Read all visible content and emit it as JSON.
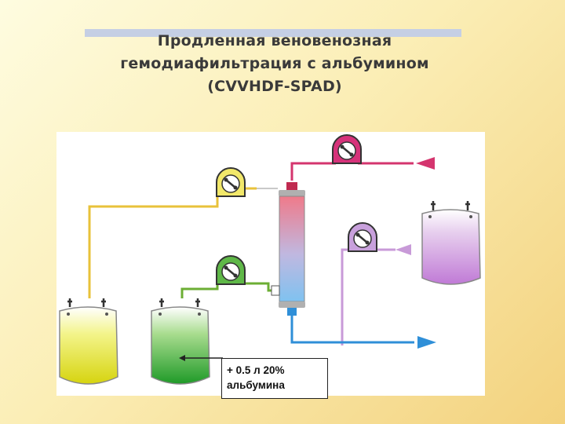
{
  "title": {
    "line1": "Продленная вено­венозная",
    "line2": "гемодиафильтрация с альбумином",
    "line3": "(CVVHDF-SPAD)"
  },
  "callout": {
    "line1": "+ 0.5 л 20%",
    "line2": "альбумина"
  },
  "colors": {
    "yellow_line": "#e8c23a",
    "green_line": "#6cae34",
    "red_line": "#d4356e",
    "blue_line": "#2f8fd8",
    "violet_line": "#c89ad8",
    "yellow_fluid": "#e4e21a",
    "green_fluid": "#2fa02a",
    "violet_fluid": "#c484d8"
  }
}
